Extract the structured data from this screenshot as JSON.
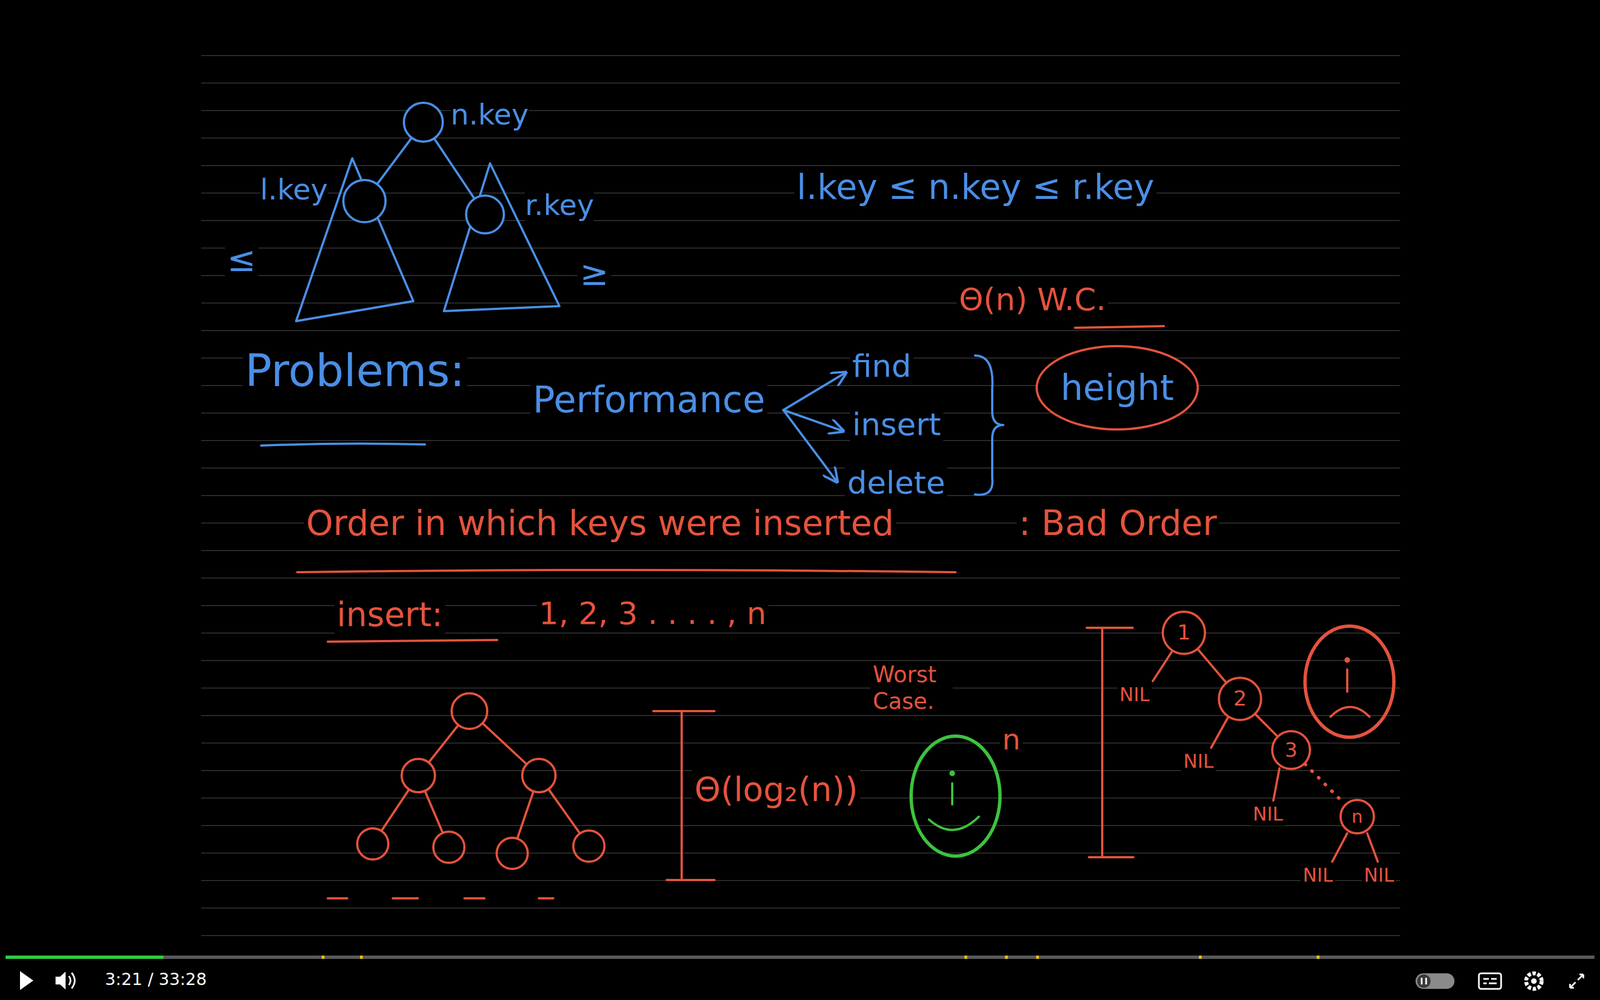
{
  "diagram": {
    "nodes": [
      {
        "text": [
          "n.key"
        ]
      },
      {
        "text": [
          "l.key"
        ]
      },
      {
        "text": [
          "r.key"
        ]
      },
      {
        "text": [
          "height"
        ]
      },
      {
        "text": [
          "1"
        ]
      },
      {
        "text": [
          "2"
        ]
      },
      {
        "text": [
          "3"
        ]
      },
      {
        "text": [
          "n"
        ]
      }
    ],
    "edges": [
      {
        "from": 0,
        "to": 1,
        "arrow": "none"
      },
      {
        "from": 0,
        "to": 2,
        "arrow": "none"
      },
      {
        "from": 4,
        "to": 5,
        "arrow": "none"
      },
      {
        "from": 5,
        "to": 6,
        "arrow": "none"
      },
      {
        "from": 6,
        "to": 7,
        "arrow": "none"
      }
    ],
    "labels": [
      "≤",
      "≥",
      "l.key ≤ n.key ≤ r.key",
      "Θ(n) W.C.",
      "Problems:",
      "Performance",
      "find",
      "insert",
      "delete",
      "Order in which keys were inserted",
      ": Bad Order",
      "insert:",
      "1, 2, 3 . . . . , n",
      "Worst Case.",
      "Θ(log₂(n))",
      "n",
      "NIL",
      "NIL",
      "NIL",
      "NIL",
      "NIL",
      "3:21 / 33:28"
    ]
  }
}
